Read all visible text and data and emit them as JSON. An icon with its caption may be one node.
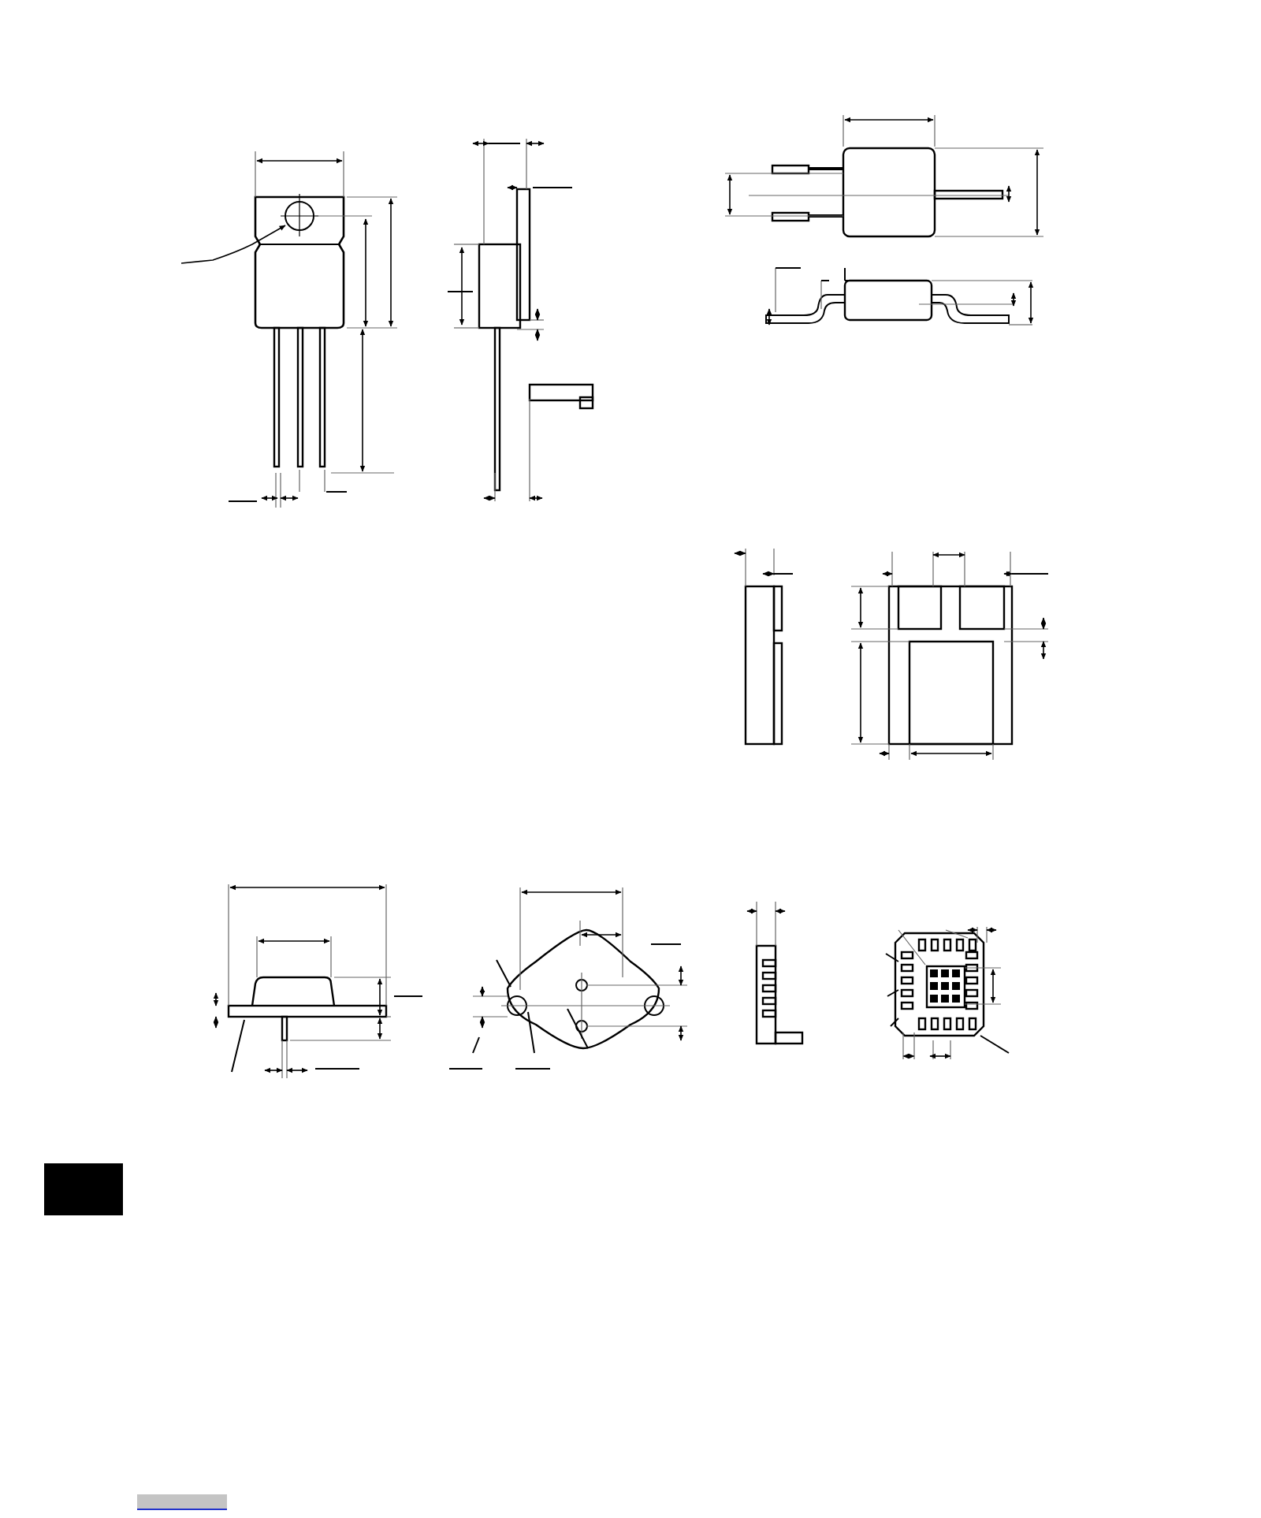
{
  "diagram": {
    "nodes": [
      {
        "text": [],
        "shape": "picture"
      },
      {
        "text": [],
        "shape": "picture"
      },
      {
        "text": [],
        "shape": "picture"
      },
      {
        "text": [],
        "shape": "picture"
      },
      {
        "text": [],
        "shape": "picture"
      },
      {
        "text": [],
        "shape": "picture"
      },
      {
        "text": [],
        "shape": "picture"
      },
      {
        "text": [],
        "shape": "picture"
      },
      {
        "text": [],
        "shape": "picture"
      },
      {
        "text": [],
        "shape": "picture"
      }
    ]
  }
}
